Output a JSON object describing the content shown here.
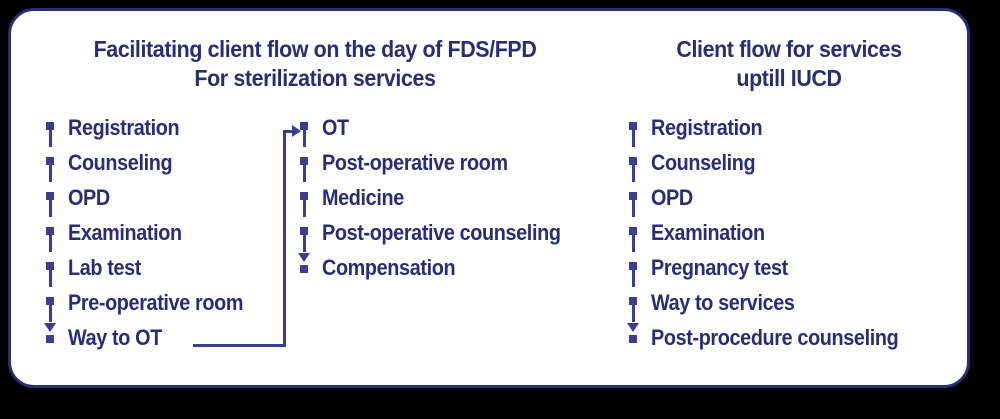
{
  "card": {
    "background_color": "#ffffff",
    "border_color": "#2b2d72",
    "outer_background_color": "#000000",
    "accent_color": "#3b3d8f",
    "text_color": "#2b2d72"
  },
  "titles": {
    "left": "Facilitating client flow on the day of FDS/FPD\nFor sterilization services",
    "right": "Client flow for services\nuptill IUCD"
  },
  "columns": [
    {
      "id": "sterilization-pre-op",
      "items": [
        {
          "label": "Registration"
        },
        {
          "label": "Counseling"
        },
        {
          "label": "OPD"
        },
        {
          "label": "Examination"
        },
        {
          "label": "Lab test"
        },
        {
          "label": "Pre-operative room"
        },
        {
          "label": "Way to OT"
        }
      ]
    },
    {
      "id": "sterilization-post-op",
      "items": [
        {
          "label": "OT"
        },
        {
          "label": "Post-operative room"
        },
        {
          "label": "Medicine"
        },
        {
          "label": "Post-operative counseling"
        },
        {
          "label": "Compensation"
        }
      ]
    },
    {
      "id": "iucd-flow",
      "items": [
        {
          "label": "Registration"
        },
        {
          "label": "Counseling"
        },
        {
          "label": "OPD"
        },
        {
          "label": "Examination"
        },
        {
          "label": "Pregnancy test"
        },
        {
          "label": "Way to services"
        },
        {
          "label": "Post-procedure counseling"
        }
      ]
    }
  ],
  "connector": {
    "from": "Way to OT",
    "to": "OT",
    "arrow_icon": "arrow-right-icon"
  }
}
